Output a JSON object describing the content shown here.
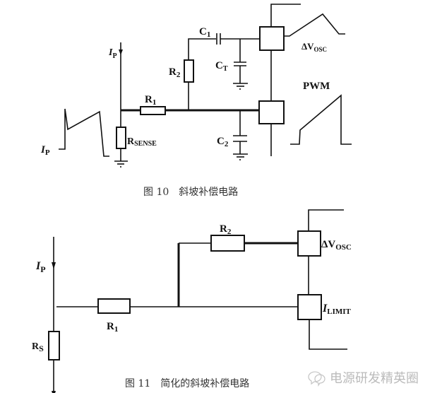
{
  "figure10": {
    "caption": "图 10　斜坡补偿电路",
    "labels": {
      "ip_top": "I",
      "ip_top_sub": "P",
      "ip_wave": "I",
      "ip_wave_sub": "P",
      "r1": "R",
      "r1_sub": "1",
      "r2": "R",
      "r2_sub": "2",
      "rsense": "R",
      "rsense_sub": "SENSE",
      "c1": "C",
      "c1_sub": "1",
      "ct": "C",
      "ct_sub": "T",
      "c2": "C",
      "c2_sub": "2",
      "dvosc": "ΔV",
      "dvosc_sub": "OSC",
      "pwm": "PWM"
    }
  },
  "figure11": {
    "caption": "图 11　简化的斜坡补偿电路",
    "labels": {
      "ip": "I",
      "ip_sub": "P",
      "rs": "R",
      "rs_sub": "S",
      "r1": "R",
      "r1_sub": "1",
      "r2": "R",
      "r2_sub": "2",
      "dvosc": "ΔV",
      "dvosc_sub": "OSC",
      "ilimit": "I",
      "ilimit_sub": "LIMIT"
    }
  },
  "watermark": {
    "icon": "wechat-icon",
    "text": "电源研发精英圈"
  }
}
